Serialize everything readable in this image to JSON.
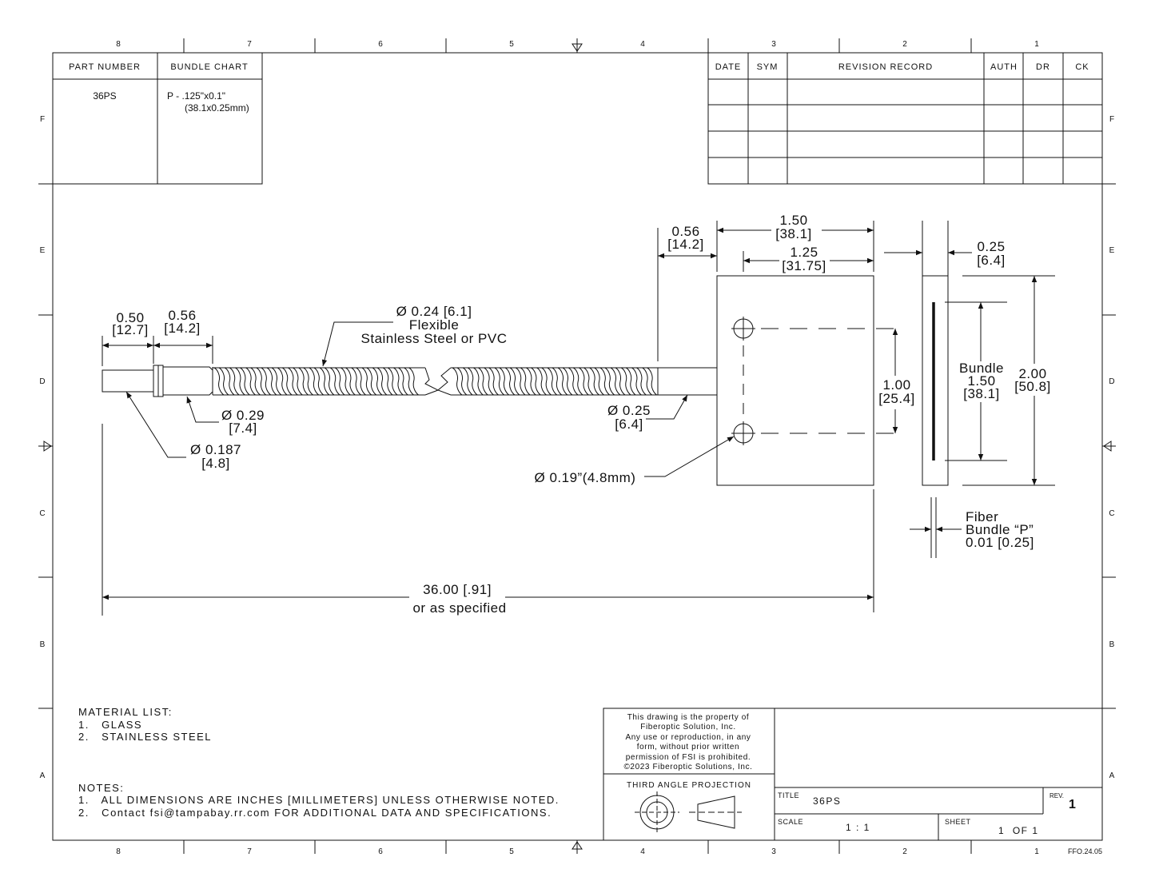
{
  "zones": {
    "columns": [
      "8",
      "7",
      "6",
      "5",
      "4",
      "3",
      "2",
      "1"
    ],
    "rows": [
      "F",
      "E",
      "D",
      "C",
      "B",
      "A"
    ]
  },
  "part_table": {
    "headers": [
      "PART NUMBER",
      "BUNDLE CHART"
    ],
    "part_number": "36PS",
    "bundle_line1": "P - .125\"x0.1\"",
    "bundle_line2": "(38.1x0.25mm)"
  },
  "revision_table": {
    "headers": [
      "DATE",
      "SYM",
      "REVISION RECORD",
      "AUTH",
      "DR",
      "CK"
    ]
  },
  "dimensions": {
    "d050": "0.50",
    "d050_mm": "[12.7]",
    "d056a": "0.56",
    "d056a_mm": "[14.2]",
    "sleeve_1": "Ø 0.24 [6.1]",
    "sleeve_2": "Flexible",
    "sleeve_3": "Stainless Steel or PVC",
    "d029": "Ø 0.29",
    "d029_mm": "[7.4]",
    "d0187": "Ø 0.187",
    "d0187_mm": "[4.8]",
    "d025": "Ø 0.25",
    "d025_mm": "[6.4]",
    "hole": "Ø 0.19”(4.8mm)",
    "d056b": "0.56",
    "d056b_mm": "[14.2]",
    "d150": "1.50",
    "d150_mm": "[38.1]",
    "d125": "1.25",
    "d125_mm": "[31.75]",
    "d025w": "0.25",
    "d025w_mm": "[6.4]",
    "d100": "1.00",
    "d100_mm": "[25.4]",
    "bundle_a": "Bundle",
    "bundle_b": "1.50",
    "bundle_c": "[38.1]",
    "d200": "2.00",
    "d200_mm": "[50.8]",
    "fiber_a": "Fiber",
    "fiber_b": "Bundle “P”",
    "fiber_c": "0.01 [0.25]",
    "length": "36.00 [.91]",
    "length_note": "or as specified"
  },
  "material": {
    "title": "MATERIAL LIST:",
    "items": [
      "1.   GLASS",
      "2.   STAINLESS STEEL"
    ]
  },
  "notes": {
    "title": "NOTES:",
    "items": [
      "1.   ALL DIMENSIONS ARE INCHES [MILLIMETERS] UNLESS OTHERWISE NOTED.",
      "2.   Contact fsi@tampabay.rr.com FOR ADDITIONAL DATA AND SPECIFICATIONS."
    ]
  },
  "title_block": {
    "property": [
      "This drawing is the property of",
      "Fiberoptic Solution, Inc.",
      "Any use or reproduction, in any",
      "form, without prior written",
      "permission of FSI is prohibited.",
      "©2023 Fiberoptic Solutions, Inc."
    ],
    "projection": "THIRD ANGLE PROJECTION",
    "title_label": "TITLE",
    "title": "36PS",
    "rev_label": "REV.",
    "rev": "1",
    "scale_label": "SCALE",
    "scale": "1 : 1",
    "sheet_label": "SHEET",
    "sheet": "1  OF 1",
    "doc_code": "FFO.24.05"
  }
}
